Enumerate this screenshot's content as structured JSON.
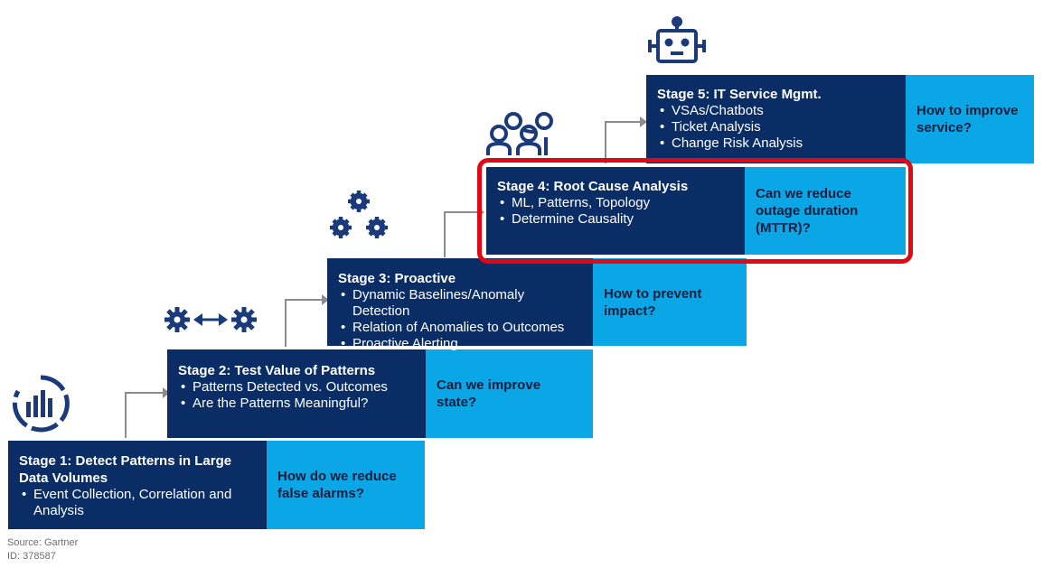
{
  "stages": [
    {
      "title": "Stage 1: Detect Patterns in Large Data Volumes",
      "bullets": [
        "Event Collection, Correlation and Analysis"
      ],
      "question": "How do we reduce false alarms?",
      "icon": "analytics-chart-icon"
    },
    {
      "title": "Stage 2: Test Value of Patterns",
      "bullets": [
        "Patterns Detected vs. Outcomes",
        "Are the Patterns Meaningful?"
      ],
      "question": "Can we improve state?",
      "icon": "gears-exchange-icon"
    },
    {
      "title": "Stage 3: Proactive",
      "bullets": [
        "Dynamic Baselines/Anomaly Detection",
        "Relation of Anomalies to Outcomes",
        "Proactive Alerting"
      ],
      "question": "How to prevent impact?",
      "icon": "gears-cluster-icon"
    },
    {
      "title": "Stage 4: Root Cause Analysis",
      "bullets": [
        "ML, Patterns, Topology",
        "Determine Causality"
      ],
      "question": "Can we reduce outage duration (MTTR)?",
      "icon": "team-people-icon"
    },
    {
      "title": "Stage 5: IT Service Mgmt.",
      "bullets": [
        "VSAs/Chatbots",
        "Ticket Analysis",
        "Change Risk Analysis"
      ],
      "question": "How to improve service?",
      "icon": "robot-icon"
    }
  ],
  "source": {
    "line1": "Source: Gartner",
    "line2": "ID: 378587"
  },
  "colors": {
    "dark_box": "#0a2d66",
    "light_box": "#0aa6e6",
    "highlight": "#e30613",
    "icon": "#1a3a7a",
    "connector": "#8c8c8c"
  },
  "highlighted_stage": "Stage 4: Root Cause Analysis"
}
